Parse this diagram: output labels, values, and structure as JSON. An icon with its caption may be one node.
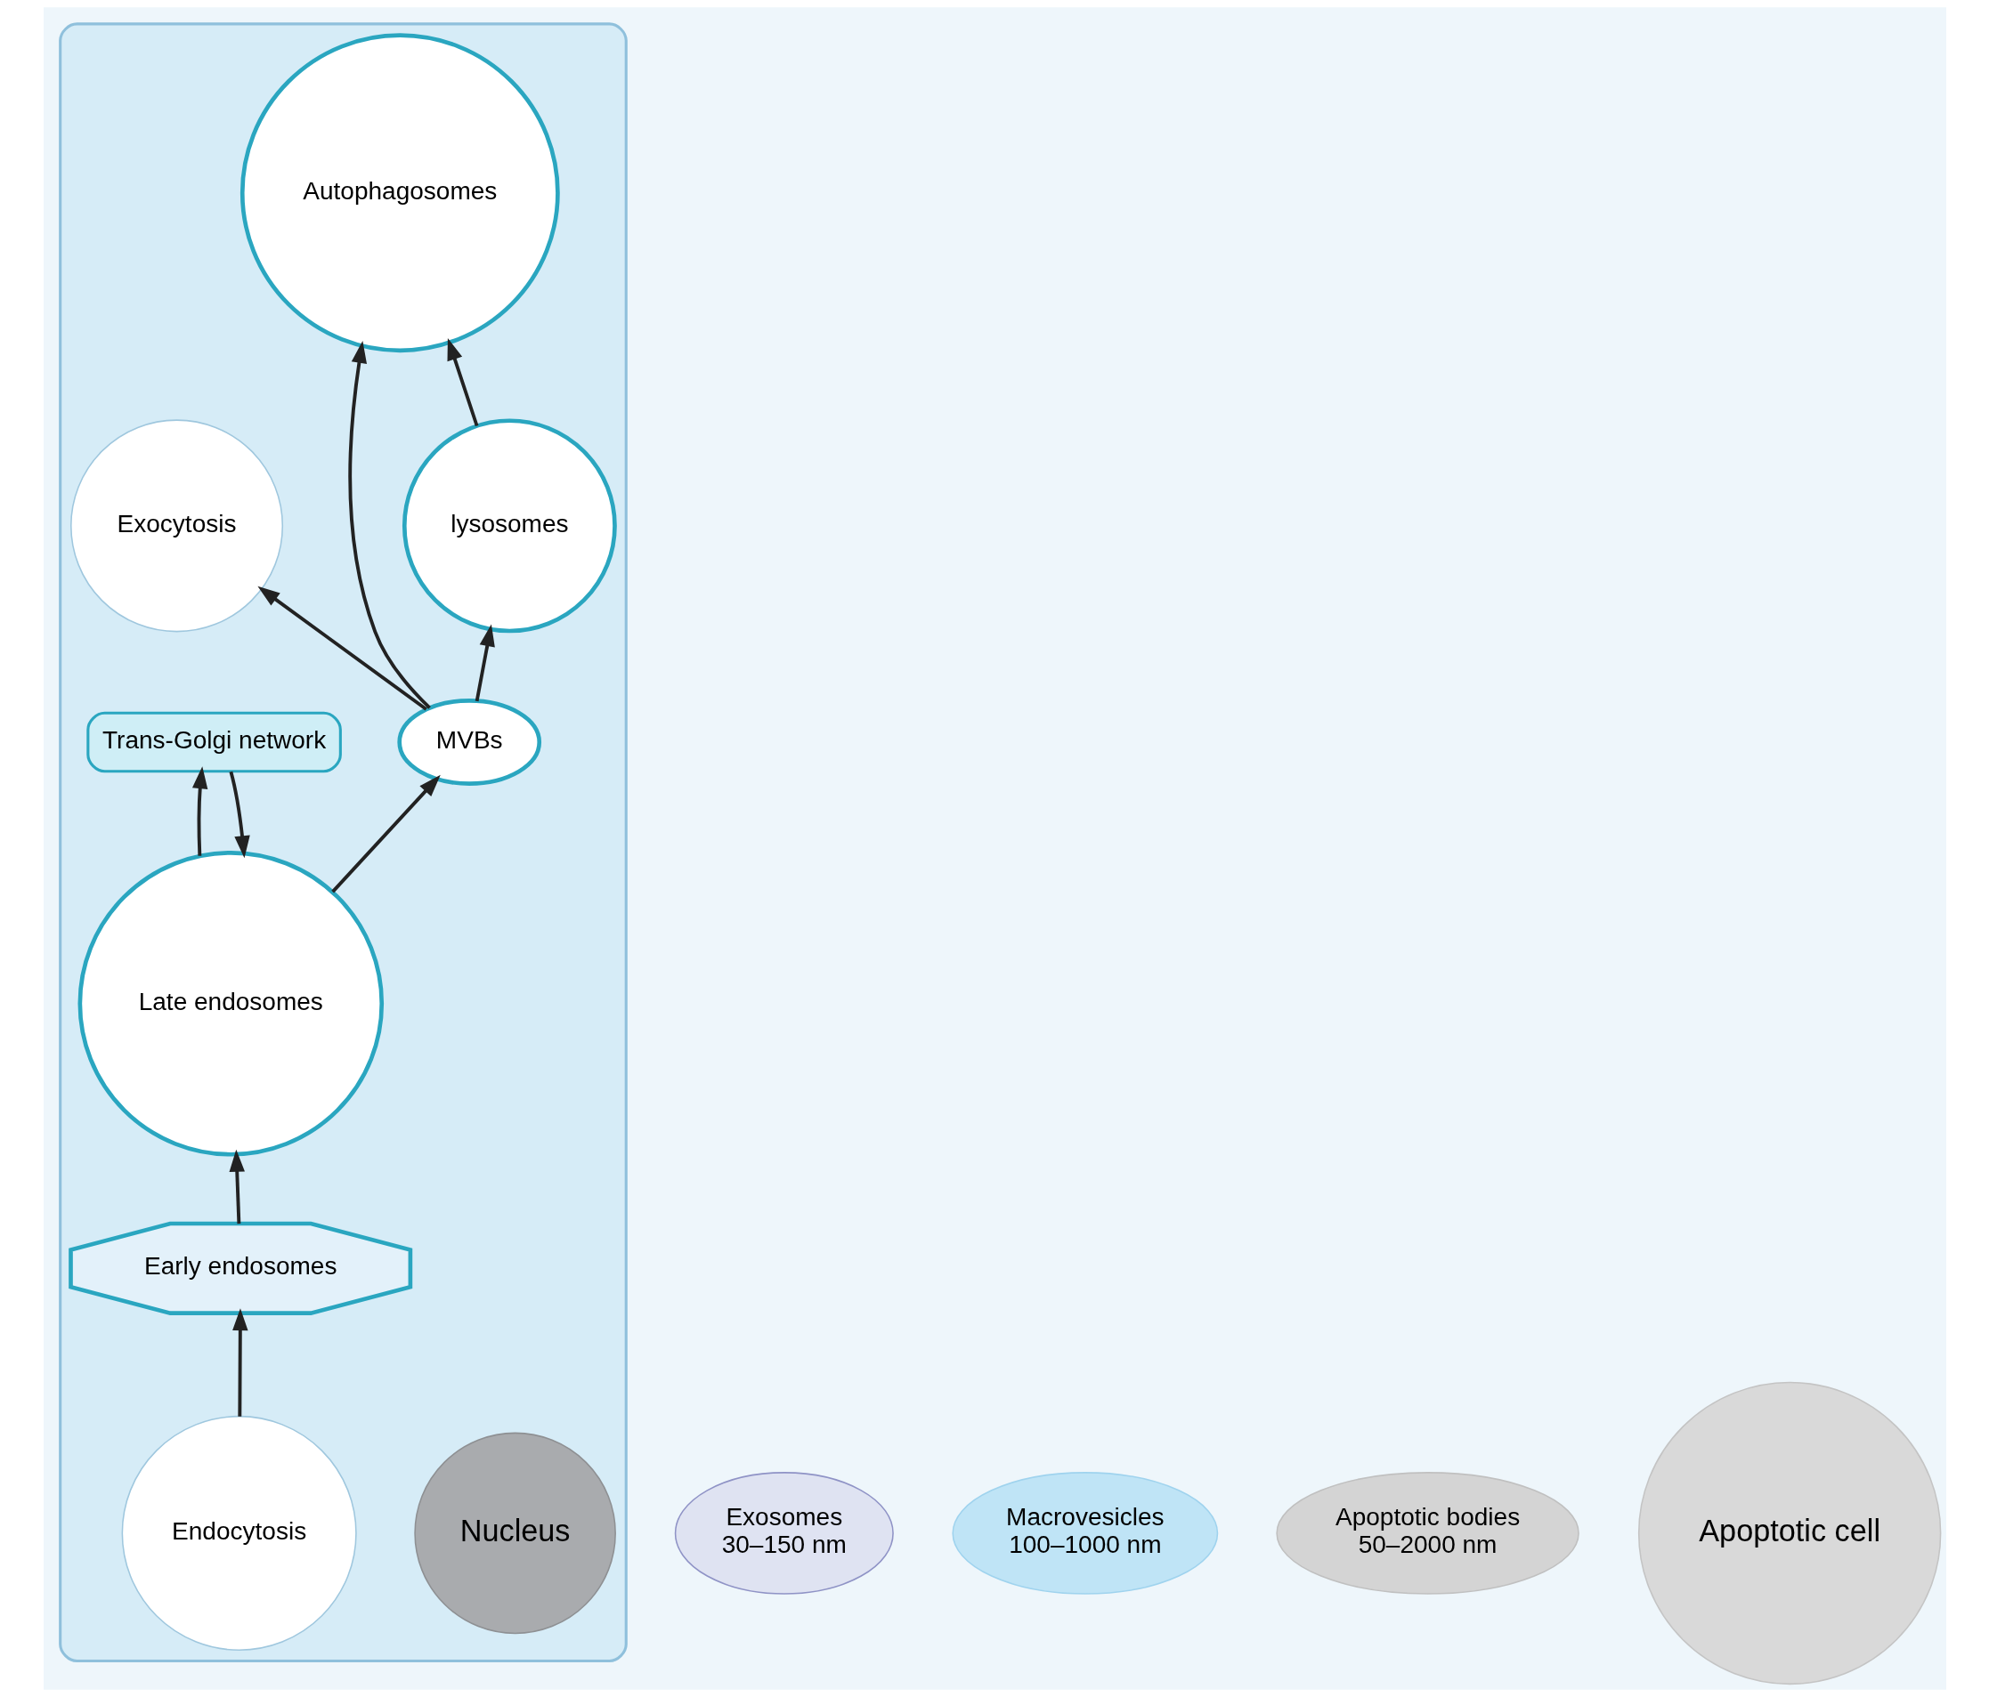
{
  "diagram": {
    "nodes": [
      {
        "text": [],
        "shape": "cell"
      },
      {
        "text": [
          "Nucleus"
        ],
        "in": 0
      },
      {
        "text": [
          "Exocytosis"
        ],
        "in": 0
      },
      {
        "text": [
          "Exosomes",
          "30–150 nm"
        ]
      },
      {
        "text": [
          "Autophagosomes"
        ],
        "in": 0
      },
      {
        "text": [
          "MVBs"
        ],
        "in": 0
      },
      {
        "text": [
          "lysosomes"
        ],
        "in": 0
      },
      {
        "text": [
          "Trans-Golgi network"
        ],
        "in": 0
      },
      {
        "text": [
          "Late endosomes"
        ],
        "in": 0
      },
      {
        "text": [
          "Early endosomes"
        ],
        "in": 0
      },
      {
        "text": [
          "Endocytosis"
        ],
        "in": 0
      },
      {
        "text": [
          "Macrovesicles",
          "100–1000 nm"
        ]
      },
      {
        "text": [
          "Apoptotic bodies",
          "50–2000 nm"
        ]
      },
      {
        "text": [
          "Apoptotic cell"
        ]
      }
    ],
    "edges": [
      {
        "from": 10,
        "to": 9,
        "arrow": "to"
      },
      {
        "from": 9,
        "to": 8,
        "arrow": "to"
      },
      {
        "from": 8,
        "to": 7,
        "arrow": "to"
      },
      {
        "from": 7,
        "to": 8,
        "arrow": "to"
      },
      {
        "from": 8,
        "to": 5,
        "arrow": "to"
      },
      {
        "from": 5,
        "to": 2,
        "arrow": "to"
      },
      {
        "from": 5,
        "to": 4,
        "arrow": "to"
      },
      {
        "from": 5,
        "to": 6,
        "arrow": "to"
      },
      {
        "from": 6,
        "to": 4,
        "arrow": "to"
      }
    ]
  }
}
